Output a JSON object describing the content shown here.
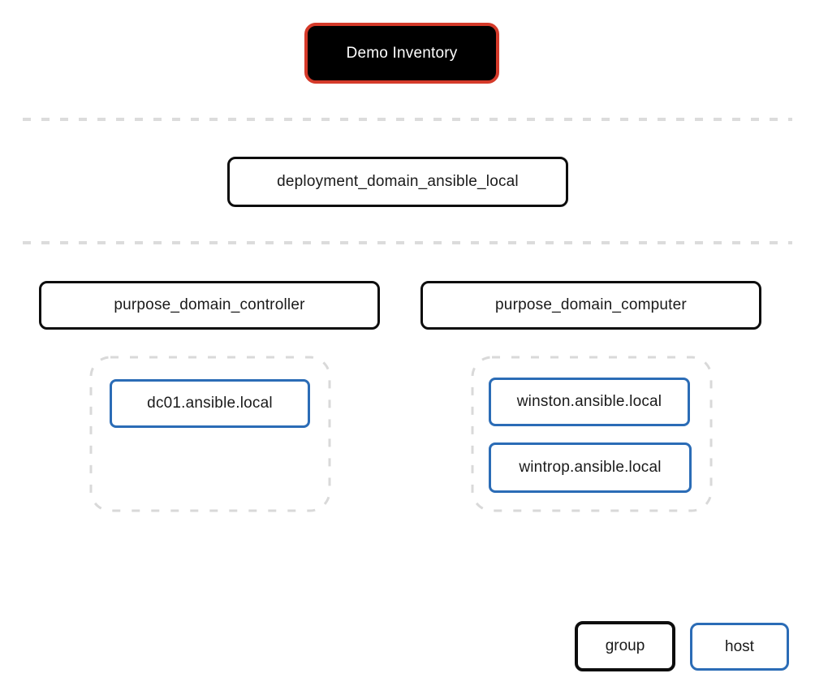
{
  "inventory": {
    "name": "Demo Inventory"
  },
  "deployment_group": {
    "label": "deployment_domain_ansible_local"
  },
  "purpose_groups": [
    {
      "label": "purpose_domain_controller",
      "hosts": [
        "dc01.ansible.local"
      ]
    },
    {
      "label": "purpose_domain_computer",
      "hosts": [
        "winston.ansible.local",
        "wintrop.ansible.local"
      ]
    }
  ],
  "legend": {
    "group": "group",
    "host": "host"
  },
  "colors": {
    "root_bg": "#000000",
    "root_text": "#ffffff",
    "root_border": "#d53a2a",
    "group_border": "#0d0d0d",
    "host_border": "#2b6cb6",
    "divider": "#dcdcdc",
    "dashed_container": "#d9d9d9"
  }
}
